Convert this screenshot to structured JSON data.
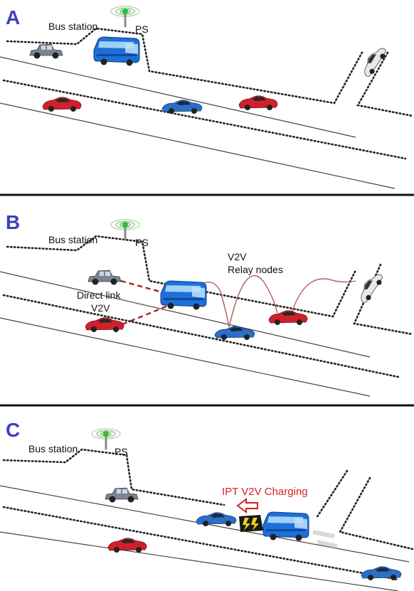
{
  "panels": [
    {
      "letter": "A",
      "bus_station": "Bus station",
      "ps": "PS"
    },
    {
      "letter": "B",
      "bus_station": "Bus station",
      "ps": "PS",
      "relay_line1": "V2V",
      "relay_line2": "Relay nodes",
      "direct_line1": "Direct link",
      "direct_line2": "V2V"
    },
    {
      "letter": "C",
      "bus_station": "Bus station",
      "ps": "PS",
      "charging": "IPT V2V Charging"
    }
  ],
  "colors": {
    "letter": "#3b3fc0",
    "bus": "#1e6fd8",
    "red_car": "#d0202a",
    "blue_car": "#2a6fc8",
    "grey_car": "#7c8494",
    "antenna": "#2fbf3a",
    "charging_text": "#d32222"
  }
}
